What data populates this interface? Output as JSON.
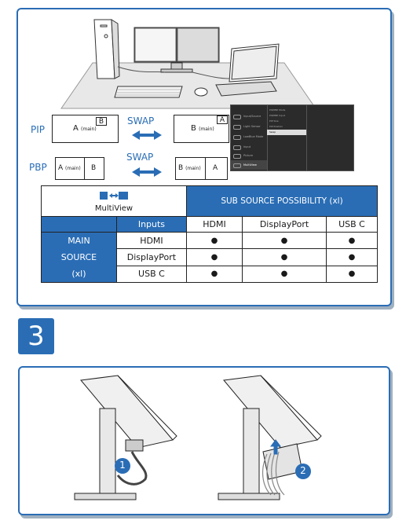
{
  "pip": {
    "label": "PIP",
    "swap": "SWAP",
    "main_box": "A",
    "main_sub": "(main)",
    "inset": "B",
    "right_box": "B",
    "right_sub": "(main)",
    "right_inset": "A"
  },
  "pbp": {
    "label": "PBP",
    "swap": "SWAP",
    "left_a": "A",
    "left_a_sub": "(main)",
    "left_b": "B",
    "right_b": "B",
    "right_b_sub": "(main)",
    "right_a": "A"
  },
  "osd": {
    "items": [
      "Input/Source",
      "Light Sensor",
      "LowBlue Mode",
      "Input",
      "Picture",
      "MultiView"
    ],
    "submenu": [
      "PIP/PBP Mode",
      "PIP/PBP Input",
      "PIP Size",
      "PIP Position",
      "Swap"
    ],
    "selected_sub": "Swap"
  },
  "table": {
    "logo_label": "MultiView",
    "sub_header": "SUB SOURCE POSSIBILITY (xl)",
    "inputs_label": "Inputs",
    "columns": [
      "HDMI",
      "DisplayPort",
      "USB C"
    ],
    "main_header": [
      "MAIN",
      "SOURCE",
      "(xl)"
    ],
    "rows": [
      "HDMI",
      "DisplayPort",
      "USB C"
    ],
    "cell": "●"
  },
  "step": {
    "number": "3"
  },
  "callouts": [
    "1",
    "2"
  ],
  "colors": {
    "accent": "#2a6db5",
    "shadow": "#9fb0c0"
  }
}
